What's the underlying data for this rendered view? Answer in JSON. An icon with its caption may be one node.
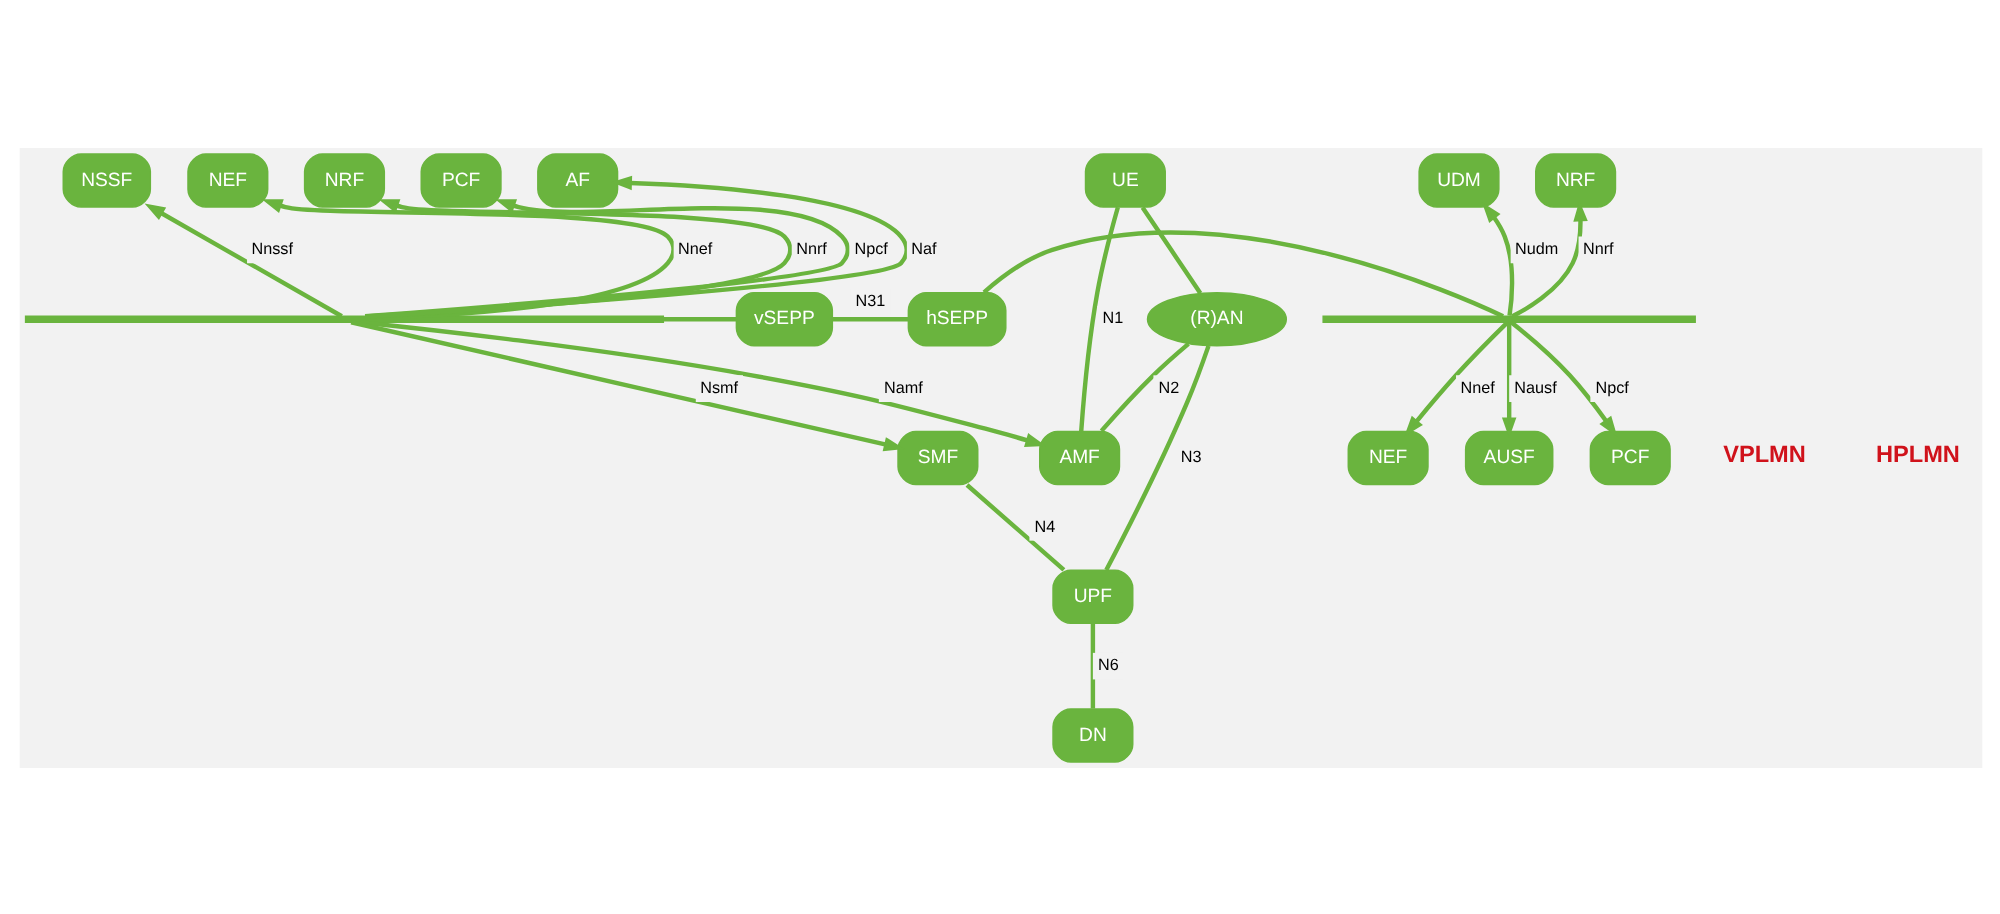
{
  "diagram": {
    "nodes": [
      {
        "text": [
          "NSSF"
        ]
      },
      {
        "text": [
          "NEF"
        ]
      },
      {
        "text": [
          "NRF"
        ]
      },
      {
        "text": [
          "PCF"
        ]
      },
      {
        "text": [
          "AF"
        ]
      },
      {
        "text": [
          "UDM"
        ]
      },
      {
        "text": [
          "NRF"
        ]
      },
      {
        "text": [],
        "shape": "bar"
      },
      {
        "text": [
          "vSEPP"
        ]
      },
      {
        "text": [
          "hSEPP"
        ]
      },
      {
        "text": [],
        "shape": "bar"
      },
      {
        "text": [
          "AMF"
        ]
      },
      {
        "text": [
          "SMF"
        ]
      },
      {
        "text": [
          "AUSF"
        ]
      },
      {
        "text": [
          "PCF"
        ]
      },
      {
        "text": [
          "NEF"
        ]
      },
      {
        "text": [
          "UE"
        ]
      },
      {
        "text": [
          "(R)AN"
        ]
      },
      {
        "text": [
          "UPF"
        ]
      },
      {
        "text": [
          "DN"
        ]
      }
    ],
    "edges": [
      {
        "from": 7,
        "to": 0,
        "arrow": "to",
        "label": "Nnssf"
      },
      {
        "from": 7,
        "to": 1,
        "arrow": "to",
        "label": "Nnef"
      },
      {
        "from": 7,
        "to": 2,
        "arrow": "to",
        "label": "Nnrf"
      },
      {
        "from": 7,
        "to": 3,
        "arrow": "to",
        "label": "Npcf"
      },
      {
        "from": 7,
        "to": 4,
        "arrow": "to",
        "label": "Naf"
      },
      {
        "from": 10,
        "to": 5,
        "arrow": "to",
        "label": "Nudm"
      },
      {
        "from": 10,
        "to": 6,
        "arrow": "to",
        "label": "Nnrf"
      },
      {
        "from": 7,
        "to": 8,
        "arrow": "none"
      },
      {
        "from": 8,
        "to": 9,
        "arrow": "none",
        "label": "N31"
      },
      {
        "from": 9,
        "to": 10,
        "arrow": "none"
      },
      {
        "from": 7,
        "to": 11,
        "arrow": "to",
        "label": "Namf"
      },
      {
        "from": 7,
        "to": 12,
        "arrow": "to",
        "label": "Nsmf"
      },
      {
        "from": 10,
        "to": 13,
        "arrow": "to",
        "label": "Nausf"
      },
      {
        "from": 10,
        "to": 14,
        "arrow": "to",
        "label": "Npcf"
      },
      {
        "from": 10,
        "to": 15,
        "arrow": "to",
        "label": "Nnef"
      },
      {
        "from": 16,
        "to": 11,
        "arrow": "none",
        "label": "N1"
      },
      {
        "from": 17,
        "to": 11,
        "arrow": "none",
        "label": "N2"
      },
      {
        "from": 12,
        "to": 18,
        "arrow": "none",
        "label": "N4"
      },
      {
        "from": 16,
        "to": 17,
        "arrow": "none"
      },
      {
        "from": 17,
        "to": 18,
        "arrow": "none",
        "label": "N3"
      },
      {
        "from": 18,
        "to": 19,
        "arrow": "none",
        "label": "N6"
      }
    ],
    "labels": [
      "VPLMN",
      "HPLMN"
    ]
  }
}
